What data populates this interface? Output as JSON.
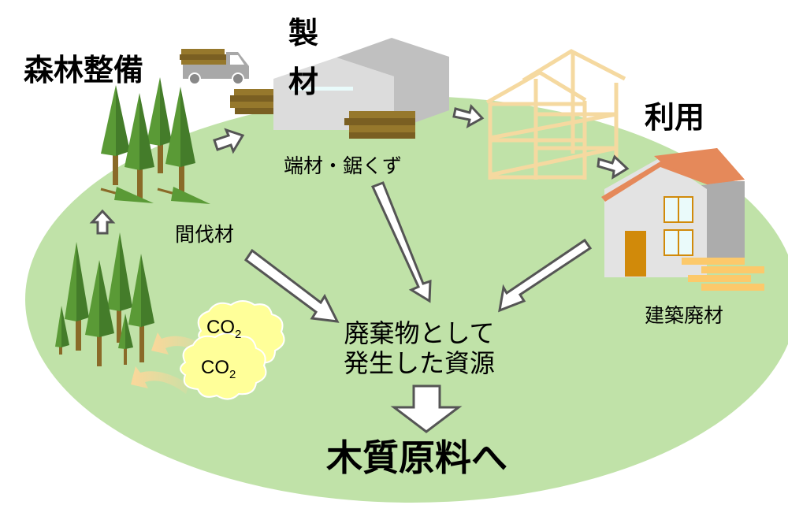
{
  "title": "Wood resource recycling cycle",
  "labels": {
    "forest_maintenance": "森林整備",
    "sawmill_line1": "製",
    "sawmill_line2": "材",
    "use": "利用",
    "offcuts_sawdust": "端材・鋸くず",
    "thinned_wood": "間伐材",
    "construction_waste": "建築廃材",
    "waste_resource_line1": "廃棄物として",
    "waste_resource_line2": "発生した資源",
    "to_wood_material": "木質原料へ",
    "co2_top": "CO",
    "co2_top_sub": "2",
    "co2_bottom": "CO",
    "co2_bottom_sub": "2"
  },
  "colors": {
    "field": "#c0e2a8",
    "tree_light": "#5a9a36",
    "tree_dark": "#447c2a",
    "trunk": "#8a6a28",
    "lumber": "#96782c",
    "lumber_dark": "#7a5f22",
    "truck": "#a8a8a8",
    "mill_front": "#dcdcdc",
    "mill_side": "#c0c0c0",
    "frame": "#f5d9a0",
    "roof": "#e5895a",
    "house_wall": "#e3e3e3",
    "house_side": "#acacac",
    "door": "#d18a0a",
    "window": "#eafafa",
    "planks": "#fcc96b",
    "co2_cloud": "#ffff99",
    "co2_arrow": "#fbd79a",
    "arrow_fill": "#ffffff",
    "arrow_stroke": "#555555"
  }
}
